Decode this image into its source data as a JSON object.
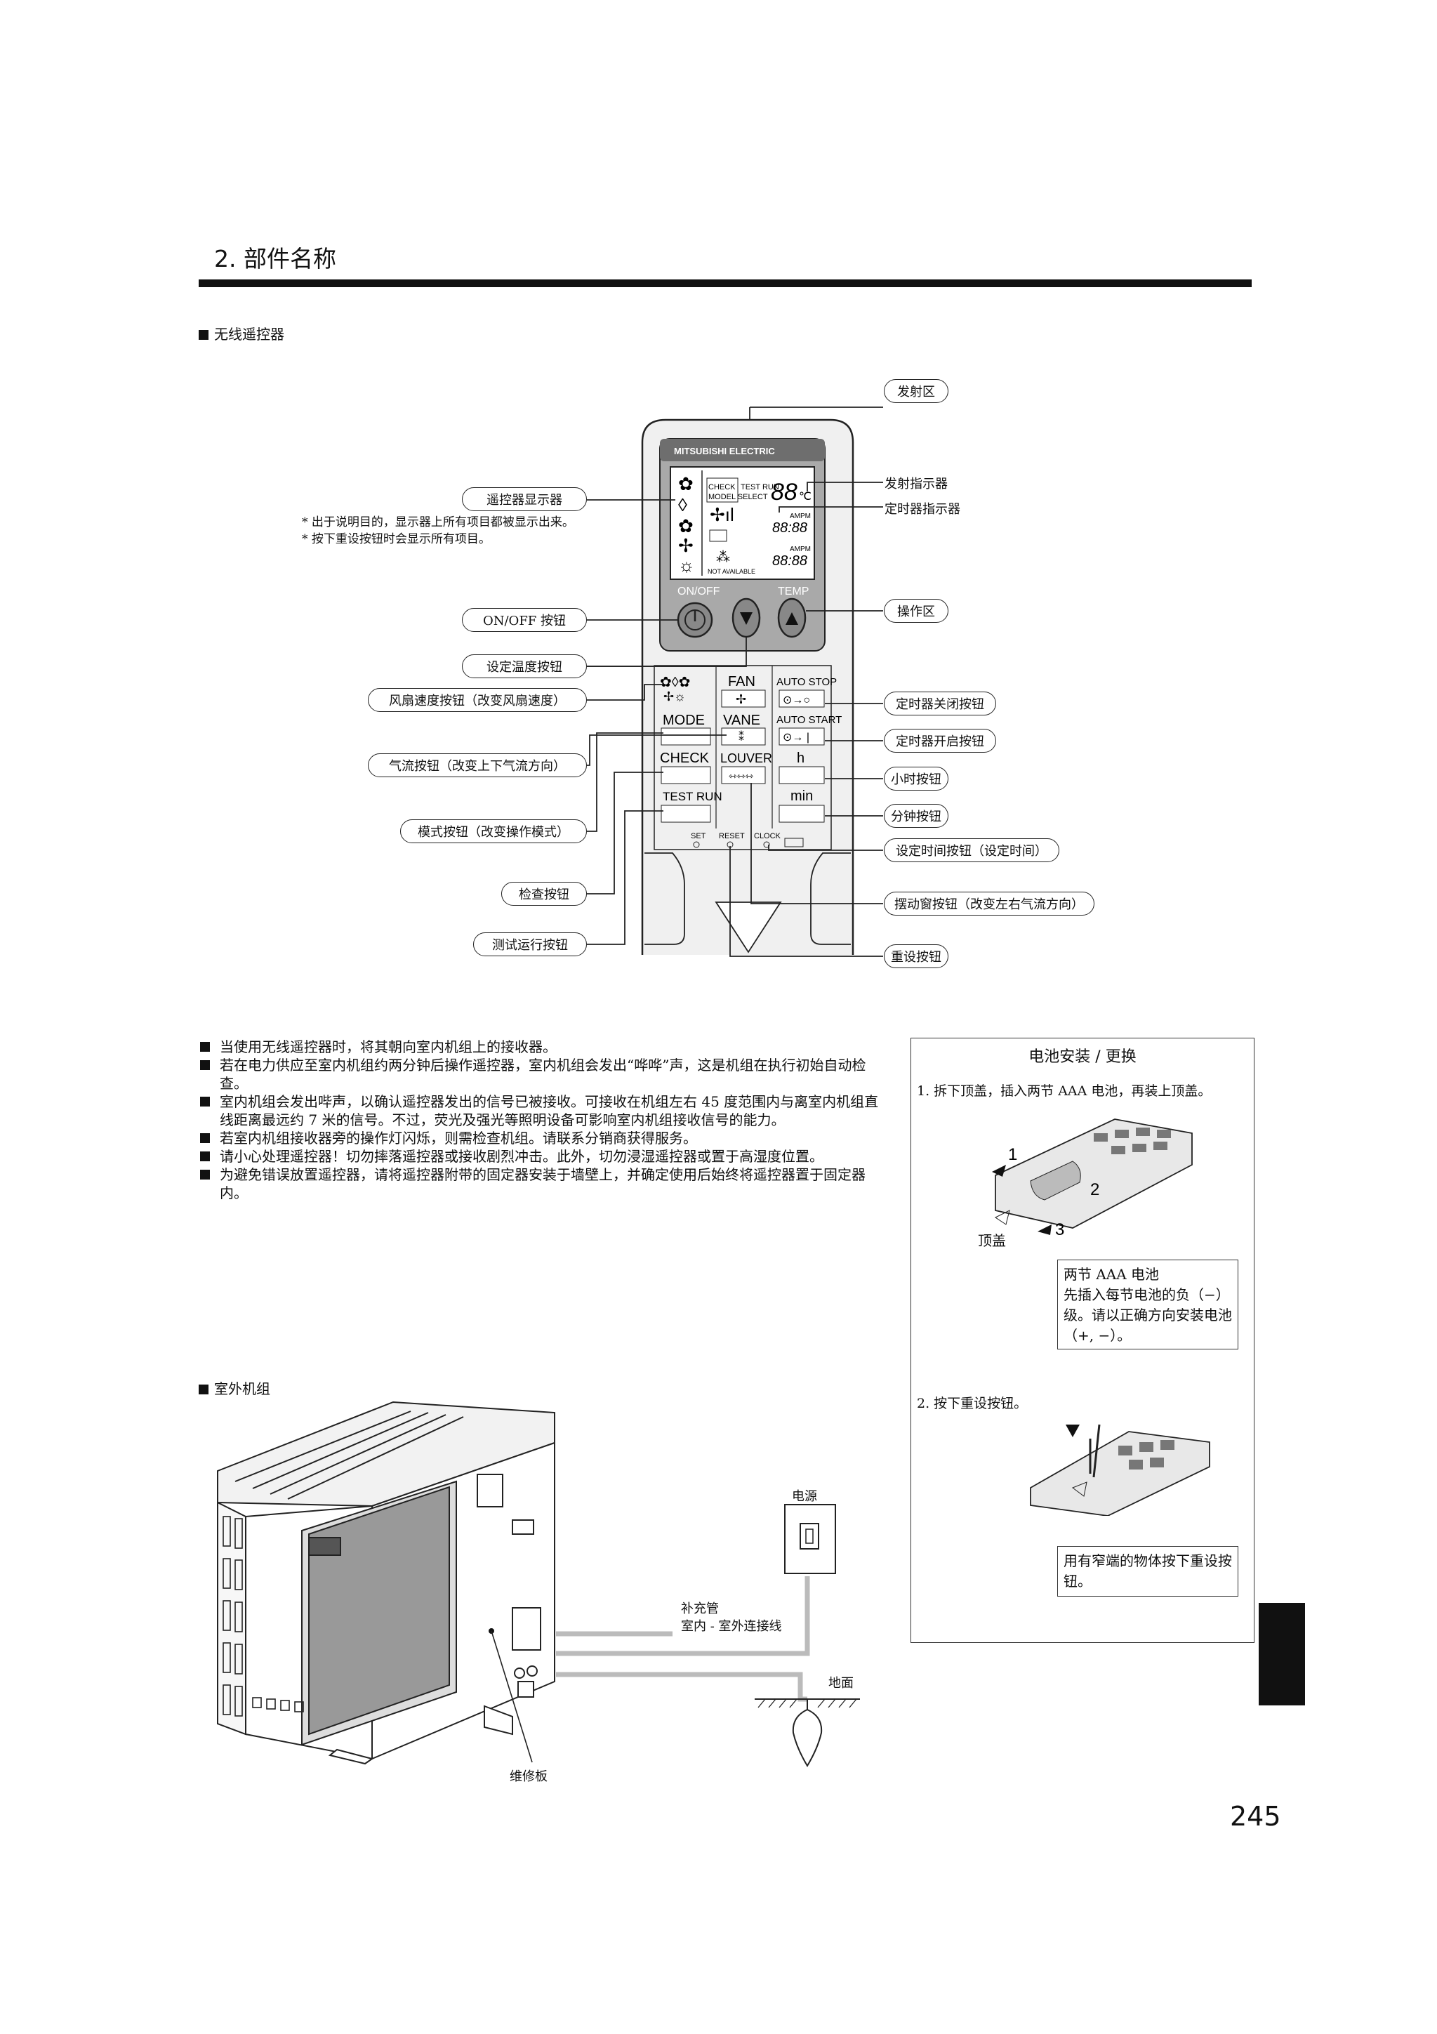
{
  "section": {
    "title": "2. 部件名称"
  },
  "remote": {
    "heading": "无线遥控器",
    "brand": "MITSUBISHI ELECTRIC",
    "callouts": {
      "emitter": "发射区",
      "display": "遥控器显示器",
      "onoff": "ON/OFF 按钮",
      "settemp": "设定温度按钮",
      "fanspeed": "风扇速度按钮（改变风扇速度）",
      "airflow": "气流按钮（改变上下气流方向）",
      "mode": "模式按钮（改变操作模式）",
      "check": "检查按钮",
      "testrun": "测试运行按钮",
      "operation_area": "操作区",
      "timer_off": "定时器关闭按钮",
      "timer_on": "定时器开启按钮",
      "hour": "小时按钮",
      "minute": "分钟按钮",
      "clock": "设定时间按钮（设定时间）",
      "louver": "摆动窗按钮（改变左右气流方向）",
      "reset": "重设按钮"
    },
    "indicators": {
      "transmit": "发射指示器",
      "timer": "定时器指示器"
    },
    "display_notes": [
      "* 出于说明目的，显示器上所有项目都被显示出来。",
      "* 按下重设按钮时会显示所有项目。"
    ],
    "panel": {
      "display_check": "CHECK",
      "display_test_run": "TEST RUN",
      "display_model_select": "MODEL SELECT",
      "display_digits": "88",
      "display_ampm": "AMPM",
      "display_time": "88:88",
      "display_not_available": "NOT AVAILABLE",
      "onoff": "ON/OFF",
      "temp": "TEMP",
      "fan": "FAN",
      "mode": "MODE",
      "vane": "VANE",
      "check": "CHECK",
      "louver": "LOUVER",
      "test_run": "TEST RUN",
      "auto_stop": "AUTO STOP",
      "auto_start": "AUTO START",
      "h": "h",
      "min": "min",
      "set": "SET",
      "reset": "RESET",
      "clock": "CLOCK"
    }
  },
  "notes": [
    "当使用无线遥控器时，将其朝向室内机组上的接收器。",
    "若在电力供应至室内机组约两分钟后操作遥控器，室内机组会发出“哗哗”声，这是机组在执行初始自动检查。",
    "室内机组会发出哔声，以确认遥控器发出的信号已被接收。可接收在机组左右 45 度范围内与离室内机组直线距离最远约 7 米的信号。不过，荧光及强光等照明设备可影响室内机组接收信号的能力。",
    "若室内机组接收器旁的操作灯闪烁，则需检查机组。请联系分销商获得服务。",
    "请小心处理遥控器！切勿摔落遥控器或接收剧烈冲击。此外，切勿浸湿遥控器或置于高湿度位置。",
    "为避免错误放置遥控器，请将遥控器附带的固定器安装于墙壁上，并确定使用后始终将遥控器置于固定器内。"
  ],
  "battery": {
    "title": "电池安装 / 更换",
    "step1": "1. 拆下顶盖，插入两节 AAA 电池，再装上顶盖。",
    "top_cover": "顶盖",
    "marks": [
      "1",
      "2",
      "3"
    ],
    "note1": "两节 AAA 电池\n先插入每节电池的负（−）级。请以正确方向安装电池（+, −）。",
    "step2": "2. 按下重设按钮。",
    "note2": "用有窄端的物体按下重设按钮。"
  },
  "outdoor": {
    "heading": "室外机组",
    "power": "电源",
    "pipe_label_1": "补充管",
    "pipe_label_2": "室内 - 室外连接线",
    "ground": "地面",
    "service_panel": "维修板"
  },
  "page_number": "245"
}
